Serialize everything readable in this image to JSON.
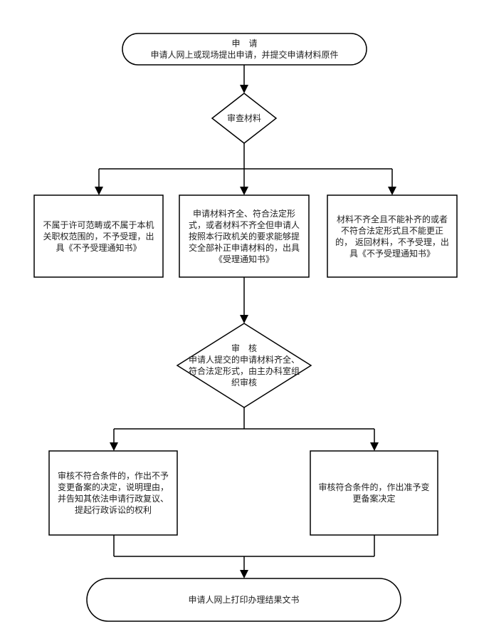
{
  "nodes": {
    "start": {
      "title": "申　请",
      "text": "申请人网上或现场提出申请，并提交申请材料原件"
    },
    "review_materials": {
      "text": "审查材料"
    },
    "reject_out_of_scope": {
      "text": "不属于许可范畴或不属于本机关职权范围的，不予受理，出具《不予受理通知书》"
    },
    "accept": {
      "text": "申请材料齐全、符合法定形式，或者材料不齐全但申请人按照本行政机关的要求能够提交全部补正申请材料的，出具《受理通知书》"
    },
    "reject_incomplete": {
      "text": "材料不齐全且不能补齐的或者不符合法定形式且不能更正的， 返回材料，不予受理，出具《不予受理通知书》"
    },
    "audit": {
      "title": "审　核",
      "text": "申请人提交的申请材料齐全、符合法定形式，由主办科室组织审核"
    },
    "deny": {
      "text": "审核不符合条件的，作出不予变更备案的决定，说明理由，并告知其依法申请行政复议、提起行政诉讼的权利"
    },
    "approve": {
      "text": "审核符合条件的，作出准予变更备案决定"
    },
    "end": {
      "text": "申请人网上打印办理结果文书"
    }
  }
}
